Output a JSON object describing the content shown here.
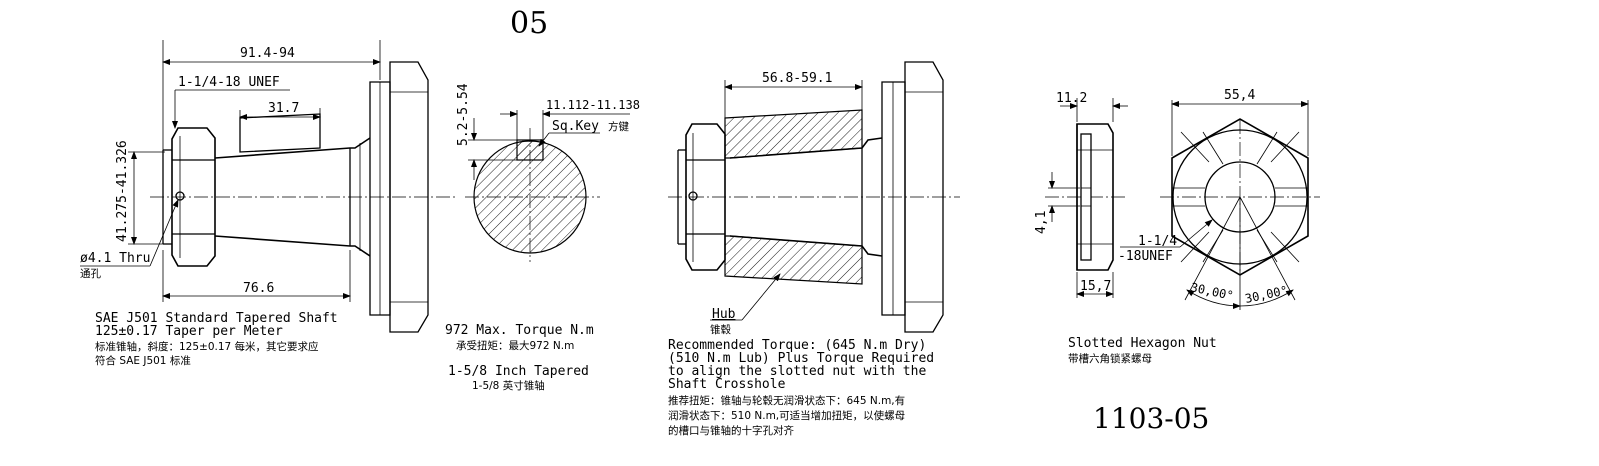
{
  "sheet": {
    "top_label": "05",
    "bottom_label": "1103-05"
  },
  "shaft_view": {
    "dim_overall": "91.4-94",
    "dim_thread": "1-1/4-18 UNEF",
    "dim_key_length": "31.7",
    "dim_diameter": "41.275-41.326",
    "dim_hole": "ø4.1 Thru",
    "dim_hole_cn": "通孔",
    "dim_taper_length": "76.6",
    "caption_en_1": "SAE J501 Standard Tapered Shaft",
    "caption_en_2": "125±0.17 Taper per Meter",
    "caption_cn_1": "标准锥轴，斜度：125±0.17  每米，其它要求应",
    "caption_cn_2": "符合  SAE  J501  标准"
  },
  "section_view": {
    "dim_key_height": "5.2-5.54",
    "dim_key_width": "11.112-11.138",
    "key_label": "Sq.Key",
    "key_label_cn": "方键",
    "torque_en": "972 Max. Torque N.m",
    "torque_cn": "承受扭矩：最大972 N.m",
    "taper_en": "1-5/8 Inch Tapered",
    "taper_cn": "1-5/8  英寸锥轴"
  },
  "hub_view": {
    "dim_hub": "56.8-59.1",
    "hub_label": "Hub",
    "hub_label_cn": "锥毂",
    "rec_en_1": "Recommended Torque: (645 N.m Dry)",
    "rec_en_2": "(510 N.m Lub) Plus Torque Required",
    "rec_en_3": "to align the slotted nut with the",
    "rec_en_4": "Shaft Crosshole",
    "rec_cn_1": "推荐扭矩：锥轴与轮毂无润滑状态下：645 N.m,有",
    "rec_cn_2": "润滑状态下：510 N.m,可适当增加扭矩，以使螺母",
    "rec_cn_3": "的槽口与锥轴的十字孔对齐"
  },
  "nut_view": {
    "dim_thickness": "11.2",
    "dim_across_flats": "55,4",
    "dim_slot": "4,1",
    "dim_thread_1": "1-1/4",
    "dim_thread_2": "-18UNEF",
    "dim_height": "15,7",
    "angle_1": "30,00°",
    "angle_2": "30,00°",
    "title_en": "Slotted Hexagon Nut",
    "title_cn": "带槽六角锁紧螺母"
  }
}
